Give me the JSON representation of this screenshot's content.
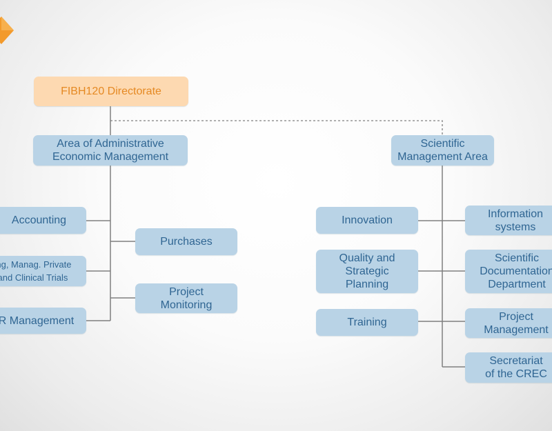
{
  "colors": {
    "root_fill": "#fdd9b1",
    "root_text": "#e58923",
    "node_fill": "#b9d3e6",
    "node_text": "#2f6592",
    "connector": "#7f7f7f",
    "accent": "#f39a2b"
  },
  "directorate": {
    "label": "FIBH120 Directorate"
  },
  "administrative": {
    "title": "Area of Administrative\nEconomic Management",
    "units": {
      "accounting": "Accounting",
      "purchases": "Purchases",
      "private_clinical": "ing, Manag. Private\nand Clinical Trials",
      "project_monitoring": "Project\nMonitoring",
      "hr_management": "R Management"
    }
  },
  "scientific": {
    "title": "Scientific\nManagement Area",
    "units": {
      "innovation": "Innovation",
      "information_systems": "Information\nsystems",
      "quality_planning": "Quality and\nStrategic\nPlanning",
      "scientific_documentation": "Scientific\nDocumentation\nDepartment",
      "training": "Training",
      "project_management": "Project\nManagement",
      "secretariat": "Secretariat\nof the CREC"
    }
  }
}
